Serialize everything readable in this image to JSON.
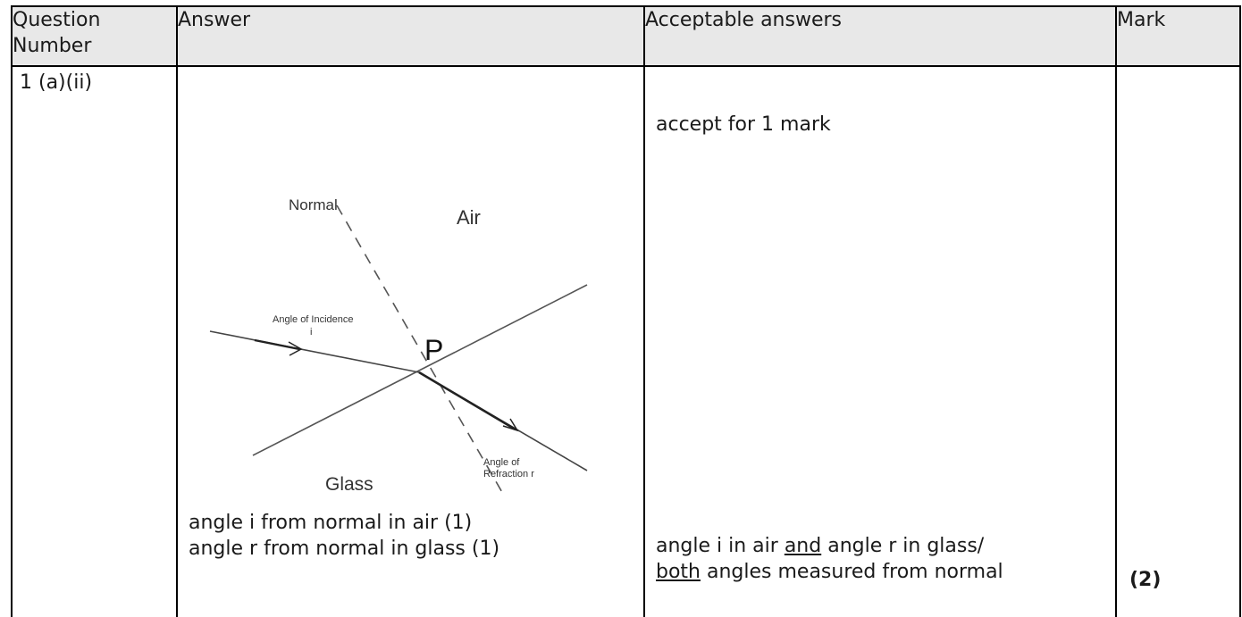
{
  "headers": {
    "question_number": "Question Number",
    "answer": "Answer",
    "acceptable": "Acceptable answers",
    "mark": "Mark"
  },
  "row": {
    "question_number": "1 (a)(ii)",
    "diagram": {
      "normal": "Normal",
      "air": "Air",
      "glass": "Glass",
      "point": "P",
      "incidence_line1": "Angle of Incidence",
      "incidence_line2": "i",
      "refraction_line1": "Angle of",
      "refraction_line2": "Refraction r"
    },
    "answer_lines": [
      "angle i from normal in air (1)",
      "angle r from normal in glass (1)"
    ],
    "acceptable_1": "accept for 1 mark",
    "acceptable_2": {
      "part1": "angle i in air ",
      "part2_underlined": "and",
      "part3": " angle r in glass/",
      "part4_underlined": "both",
      "part5": " angles measured from normal"
    },
    "mark": "(2)"
  }
}
